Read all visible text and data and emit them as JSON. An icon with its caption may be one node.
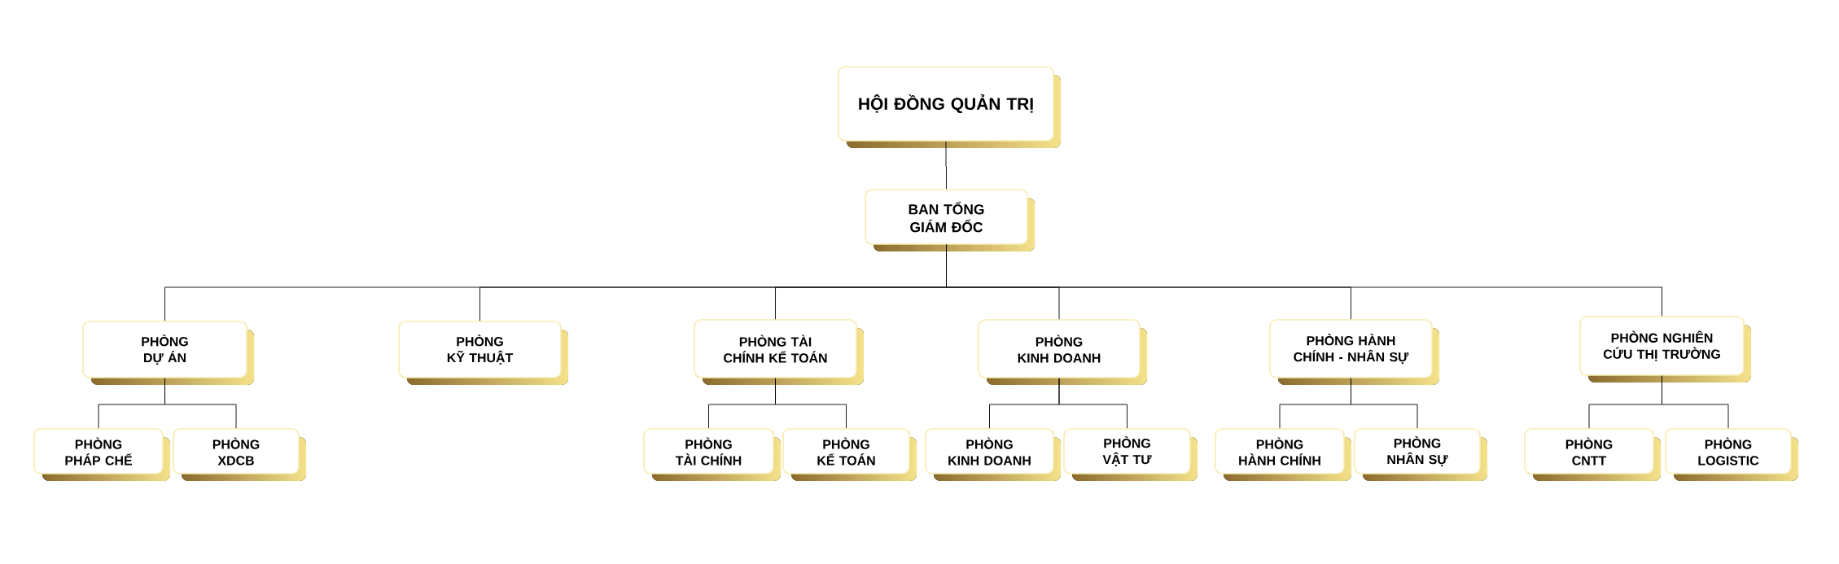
{
  "diagram": {
    "nodes": [
      {
        "text": [
          "HỘI ĐỒNG QUẢN TRỊ"
        ]
      },
      {
        "text": [
          "BAN TỔNG GIÁM ĐỐC"
        ]
      },
      {
        "text": [
          "PHÒNG DỰ ÁN"
        ]
      },
      {
        "text": [
          "PHÒNG KỸ THUẬT"
        ]
      },
      {
        "text": [
          "PHÒNG TÀI CHÍNH KẾ TOÁN"
        ]
      },
      {
        "text": [
          "PHÒNG KINH DOANH"
        ]
      },
      {
        "text": [
          "PHÒNG HÀNH CHÍNH - NHÂN SỰ"
        ]
      },
      {
        "text": [
          "PHÒNG NGHIÊN CỨU THỊ TRƯỜNG"
        ]
      },
      {
        "text": [
          "PHÒNG PHÁP CHẾ"
        ]
      },
      {
        "text": [
          "PHÒNG XDCB"
        ]
      },
      {
        "text": [
          "PHÒNG TÀI CHÍNH"
        ]
      },
      {
        "text": [
          "PHÒNG KẾ TOÁN"
        ]
      },
      {
        "text": [
          "PHÒNG KINH DOANH"
        ]
      },
      {
        "text": [
          "PHÒNG VẬT TƯ"
        ]
      },
      {
        "text": [
          "PHÒNG HÀNH CHÍNH"
        ]
      },
      {
        "text": [
          "PHÒNG NHÂN SỰ"
        ]
      },
      {
        "text": [
          "PHÒNG CNTT"
        ]
      },
      {
        "text": [
          "PHÒNG LOGISTIC"
        ]
      }
    ],
    "edges": [
      {
        "from": 0,
        "to": 1,
        "arrow": "none"
      },
      {
        "from": 1,
        "to": 2,
        "arrow": "none"
      },
      {
        "from": 1,
        "to": 3,
        "arrow": "none"
      },
      {
        "from": 1,
        "to": 4,
        "arrow": "none"
      },
      {
        "from": 1,
        "to": 5,
        "arrow": "none"
      },
      {
        "from": 1,
        "to": 6,
        "arrow": "none"
      },
      {
        "from": 1,
        "to": 7,
        "arrow": "none"
      },
      {
        "from": 2,
        "to": 8,
        "arrow": "none"
      },
      {
        "from": 2,
        "to": 9,
        "arrow": "none"
      },
      {
        "from": 4,
        "to": 10,
        "arrow": "none"
      },
      {
        "from": 4,
        "to": 11,
        "arrow": "none"
      },
      {
        "from": 5,
        "to": 12,
        "arrow": "none"
      },
      {
        "from": 5,
        "to": 13,
        "arrow": "none"
      },
      {
        "from": 6,
        "to": 14,
        "arrow": "none"
      },
      {
        "from": 6,
        "to": 15,
        "arrow": "none"
      },
      {
        "from": 7,
        "to": 16,
        "arrow": "none"
      },
      {
        "from": 7,
        "to": 17,
        "arrow": "none"
      }
    ]
  }
}
